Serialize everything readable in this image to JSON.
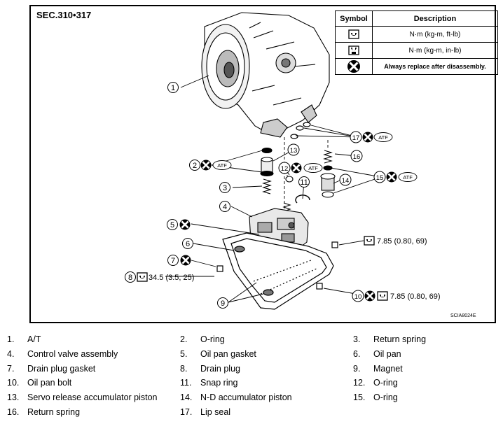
{
  "section": "SEC.310•317",
  "figure_ref": "SCIA8024E",
  "legend": {
    "header_symbol": "Symbol",
    "header_description": "Description",
    "rows": [
      {
        "icon": "torque-ftlb-icon",
        "text": "N·m (kg-m, ft-lb)"
      },
      {
        "icon": "torque-inlb-icon",
        "text": "N·m (kg-m, in-lb)"
      },
      {
        "icon": "replace-part-icon",
        "text": "Always replace after disassembly."
      }
    ]
  },
  "callouts": {
    "c1": "1",
    "c2": "2",
    "c3": "3",
    "c4": "4",
    "c5": "5",
    "c6": "6",
    "c7": "7",
    "c8": "8",
    "c9": "9",
    "c10": "10",
    "c11": "11",
    "c12": "12",
    "c13": "13",
    "c14": "14",
    "c15": "15",
    "c16": "16",
    "c17": "17"
  },
  "fluid_label": "ATF",
  "torques": {
    "drain_plug": "34.5 (3.5, 25)",
    "oil_pan_bolt_right": "7.85 (0.80, 69)",
    "oil_pan_bolt_bottom": "7.85 (0.80, 69)"
  },
  "parts": [
    {
      "num": "1.",
      "name": "A/T"
    },
    {
      "num": "2.",
      "name": "O-ring"
    },
    {
      "num": "3.",
      "name": "Return spring"
    },
    {
      "num": "4.",
      "name": "Control valve assembly"
    },
    {
      "num": "5.",
      "name": "Oil pan gasket"
    },
    {
      "num": "6.",
      "name": "Oil pan"
    },
    {
      "num": "7.",
      "name": "Drain plug gasket"
    },
    {
      "num": "8.",
      "name": "Drain plug"
    },
    {
      "num": "9.",
      "name": "Magnet"
    },
    {
      "num": "10.",
      "name": "Oil pan bolt"
    },
    {
      "num": "11.",
      "name": "Snap ring"
    },
    {
      "num": "12.",
      "name": "O-ring"
    },
    {
      "num": "13.",
      "name": "Servo release accumulator piston"
    },
    {
      "num": "14.",
      "name": "N-D accumulator piston"
    },
    {
      "num": "15.",
      "name": "O-ring"
    },
    {
      "num": "16.",
      "name": "Return spring"
    },
    {
      "num": "17.",
      "name": "Lip seal"
    }
  ]
}
